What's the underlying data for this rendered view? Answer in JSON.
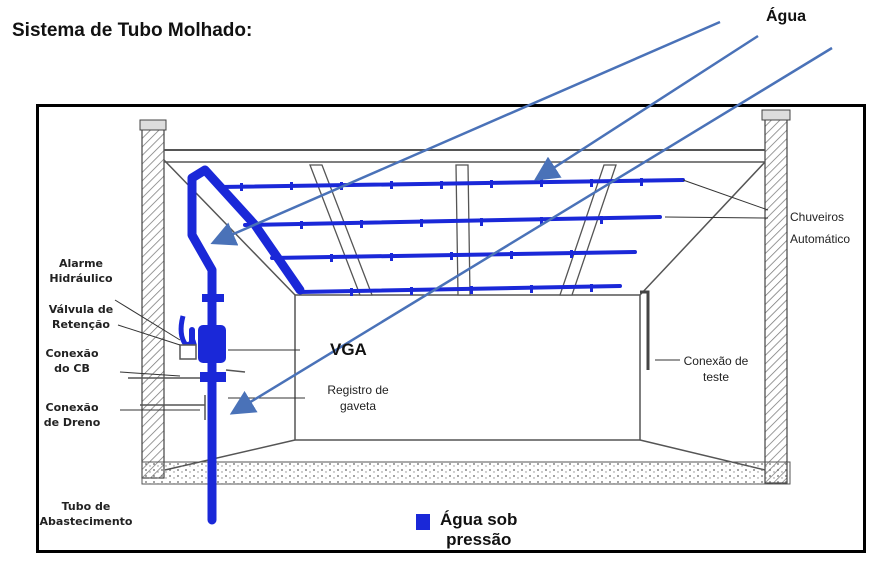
{
  "title": "Sistema de Tubo Molhado:",
  "water_label": "Água",
  "labels": {
    "alarme": [
      "Alarme",
      "Hidráulico"
    ],
    "valvula": [
      "Válvula de",
      "Retenção"
    ],
    "conexao_cb": [
      "Conexão",
      "do CB"
    ],
    "conexao_dreno": [
      "Conexão",
      "de Dreno"
    ],
    "tubo": [
      "Tubo de",
      "Abastecimento"
    ],
    "vga": "VGA",
    "registro": [
      "Registro de",
      "gaveta"
    ],
    "conexao_teste": [
      "Conexão de",
      "teste"
    ],
    "chuveiros": [
      "Chuveiros",
      "Automático"
    ]
  },
  "legend": {
    "line1": "Água sob",
    "line2": "pressão",
    "color": "#1a28d8"
  },
  "colors": {
    "pipe": "#1a28d8",
    "arrow": "#4a72b8",
    "structure": "#555555"
  }
}
